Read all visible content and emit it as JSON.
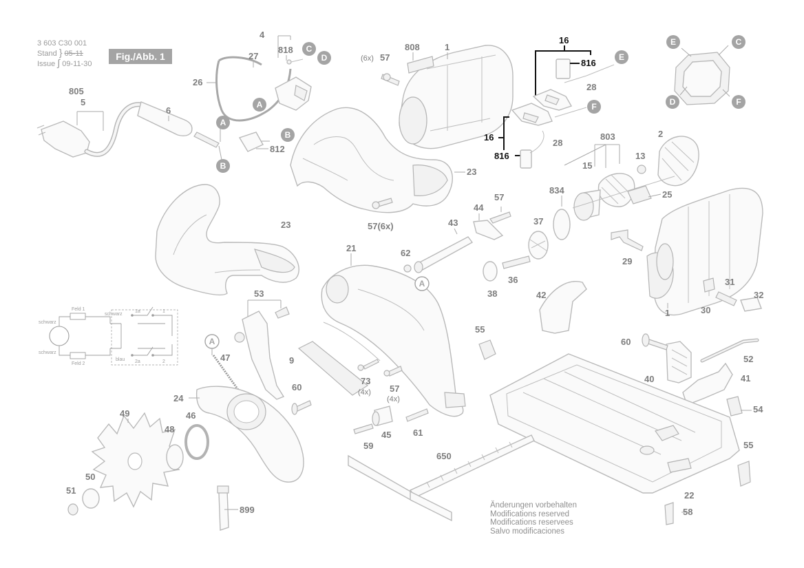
{
  "header": {
    "doc_number": "3 603 C30 001",
    "stand_label": "Stand",
    "stand_old": "05-11",
    "issue_label": "Issue",
    "issue_date": "09-11-30"
  },
  "figure_label": "Fig./Abb. 1",
  "notes": [
    "Änderungen vorbehalten",
    "Modifications reserved",
    "Modifications reservees",
    "Salvo modificaciones"
  ],
  "callouts": {
    "c4": "4",
    "c818": "818",
    "c27": "27",
    "c26": "26",
    "c805": "805",
    "c5": "5",
    "c6": "6",
    "c812": "812",
    "c808": "808",
    "c1a": "1",
    "c57a": "57",
    "c6x_a": "(6x)",
    "c23a": "23",
    "c57b": "57(6x)",
    "c16a": "16",
    "c816a": "816",
    "c28a": "28",
    "c16b": "16",
    "c816b": "816",
    "c28b": "28",
    "c2": "2",
    "c803": "803",
    "c13": "13",
    "c15": "15",
    "c834": "834",
    "c25": "25",
    "c23b": "23",
    "c44": "44",
    "c57c": "57",
    "c43": "43",
    "c37": "37",
    "c29": "29",
    "c21": "21",
    "c62": "62",
    "c38": "38",
    "c36": "36",
    "c1b": "1",
    "c31": "31",
    "c30": "30",
    "c32": "32",
    "c53": "53",
    "c42": "42",
    "c55a": "55",
    "c60a": "60",
    "c52": "52",
    "c47": "47",
    "c9": "9",
    "c73": "73",
    "c4x_a": "(4x)",
    "c57d": "57",
    "c4x_b": "(4x)",
    "c40": "40",
    "c41": "41",
    "c24": "24",
    "c60b": "60",
    "c54": "54",
    "c49": "49",
    "c46": "46",
    "c48": "48",
    "c45": "45",
    "c61": "61",
    "c59": "59",
    "c650": "650",
    "c55b": "55",
    "c50": "50",
    "c51": "51",
    "c899": "899",
    "c22": "22",
    "c58": "58"
  },
  "markers": {
    "A": "A",
    "B": "B",
    "C": "C",
    "D": "D",
    "E": "E",
    "F": "F"
  },
  "wiring": {
    "feld1": "Feld 1",
    "feld2": "Feld 2",
    "schwarz": "schwarz",
    "blau": "blau",
    "t1a": "1a",
    "t1": "1",
    "t2a": "2a",
    "t2": "2"
  }
}
